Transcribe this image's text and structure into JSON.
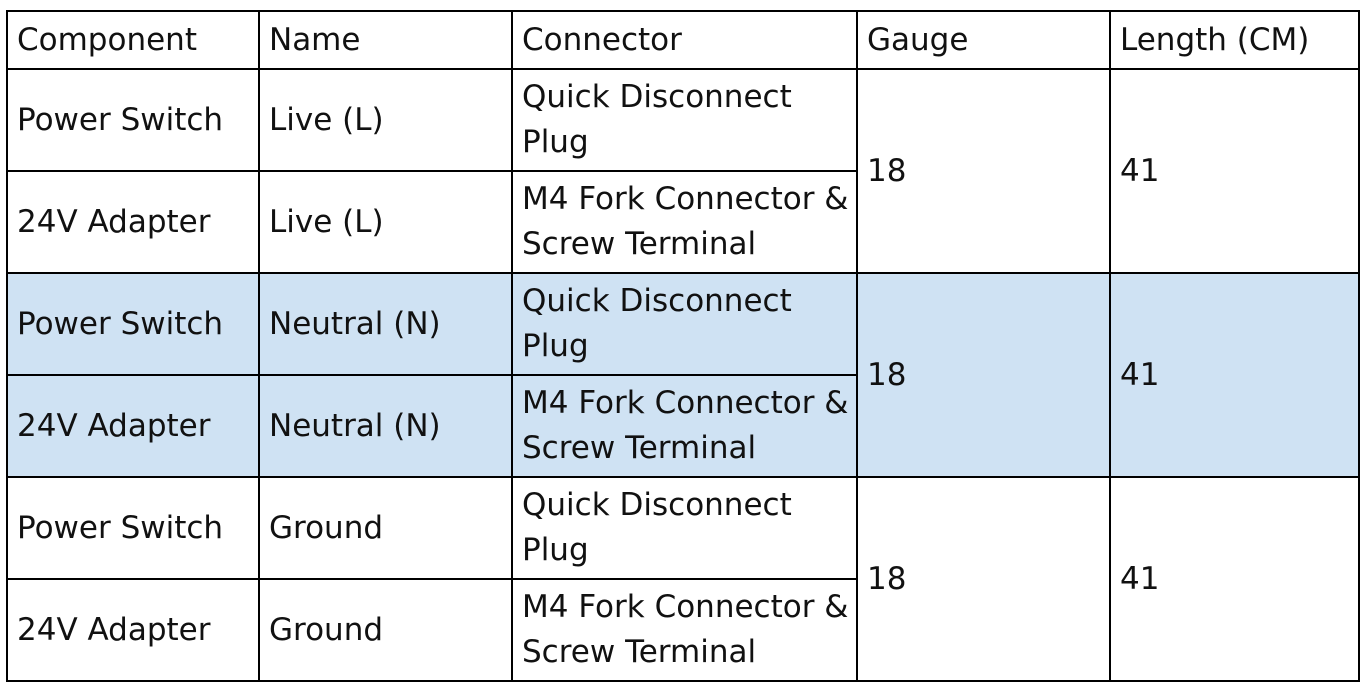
{
  "table": {
    "headers": [
      "Component",
      "Name",
      "Connector",
      "Gauge",
      "Length (CM)"
    ],
    "groups": [
      {
        "shaded": false,
        "rows": [
          {
            "component": "Power Switch",
            "name": "Live (L)",
            "connector": "Quick Disconnect Plug"
          },
          {
            "component": "24V Adapter",
            "name": "Live (L)",
            "connector": "M4 Fork Connector & Screw Terminal"
          }
        ],
        "gauge": "18",
        "length": "41"
      },
      {
        "shaded": true,
        "rows": [
          {
            "component": "Power Switch",
            "name": "Neutral (N)",
            "connector": "Quick Disconnect Plug"
          },
          {
            "component": "24V Adapter",
            "name": "Neutral (N)",
            "connector": "M4 Fork Connector & Screw Terminal"
          }
        ],
        "gauge": "18",
        "length": "41"
      },
      {
        "shaded": false,
        "rows": [
          {
            "component": "Power Switch",
            "name": "Ground",
            "connector": "Quick Disconnect Plug"
          },
          {
            "component": "24V Adapter",
            "name": "Ground",
            "connector": "M4 Fork Connector & Screw Terminal"
          }
        ],
        "gauge": "18",
        "length": "41"
      }
    ],
    "colors": {
      "shade": "#cfe2f3",
      "border": "#000000",
      "text": "#111111"
    }
  }
}
